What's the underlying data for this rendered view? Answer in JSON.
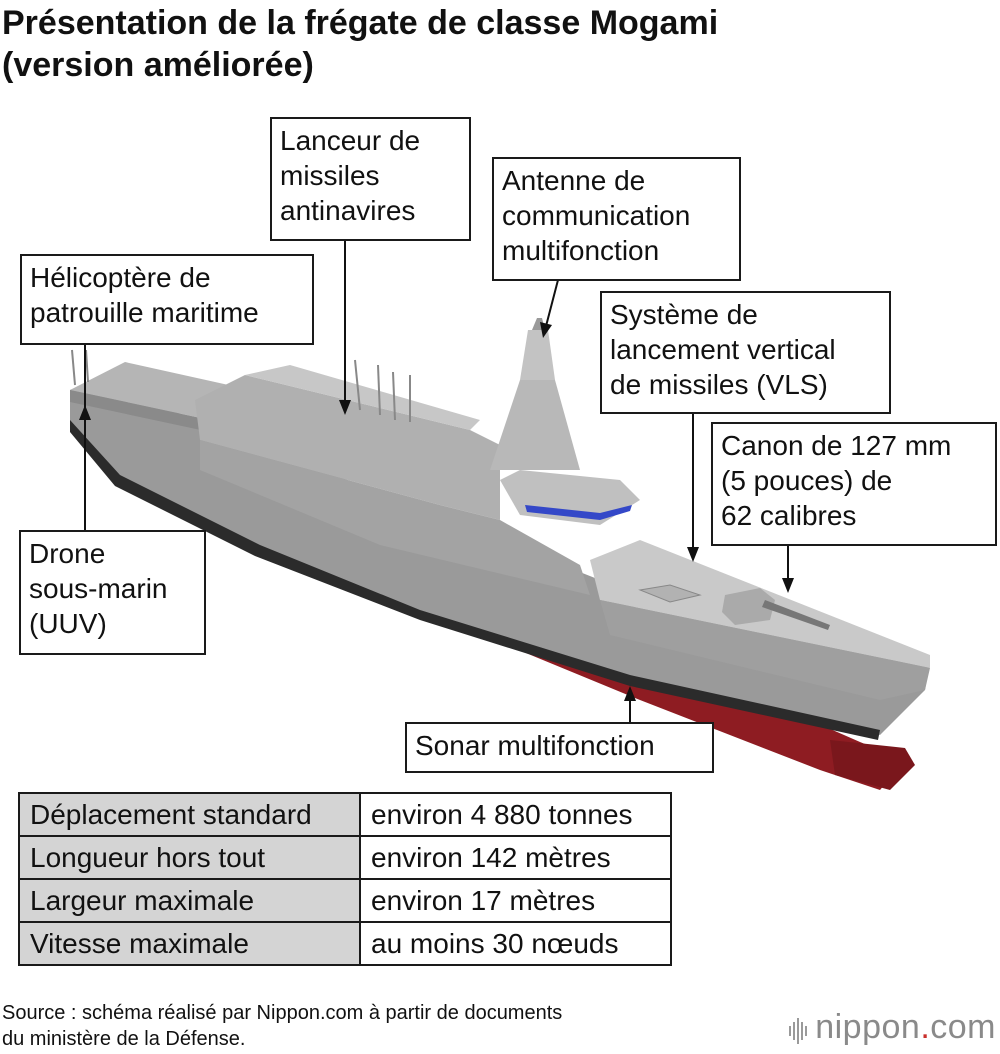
{
  "title": {
    "line1": "Présentation de la frégate de classe Mogami",
    "line2": "(version améliorée)"
  },
  "callouts": {
    "helicopter": [
      "Hélicoptère de",
      "patrouille maritime"
    ],
    "launcher": [
      "Lanceur de",
      "missiles",
      "antinavires"
    ],
    "antenna": [
      "Antenne de",
      "communication",
      "multifonction"
    ],
    "vls": [
      "Système de",
      "lancement vertical",
      "de missiles (VLS)"
    ],
    "gun": [
      "Canon de 127 mm",
      "(5 pouces) de",
      "62 calibres"
    ],
    "uuv": [
      "Drone",
      "sous-marin",
      "(UUV)"
    ],
    "sonar": [
      "Sonar multifonction"
    ]
  },
  "specs": [
    {
      "label": "Déplacement standard",
      "value": "environ 4 880 tonnes"
    },
    {
      "label": "Longueur hors tout",
      "value": "environ 142 mètres"
    },
    {
      "label": "Largeur maximale",
      "value": "environ 17 mètres"
    },
    {
      "label": "Vitesse maximale",
      "value": "au moins 30 nœuds"
    }
  ],
  "source": {
    "line1": "Source : schéma réalisé par Nippon.com à partir de documents",
    "line2": "du ministère de la Défense."
  },
  "logo": {
    "name": "nippon",
    "dot": ".",
    "suffix": "com"
  },
  "colors": {
    "hull_gray": "#a9a9a9",
    "hull_red": "#8e1c22",
    "window_blue": "#3448c8"
  }
}
